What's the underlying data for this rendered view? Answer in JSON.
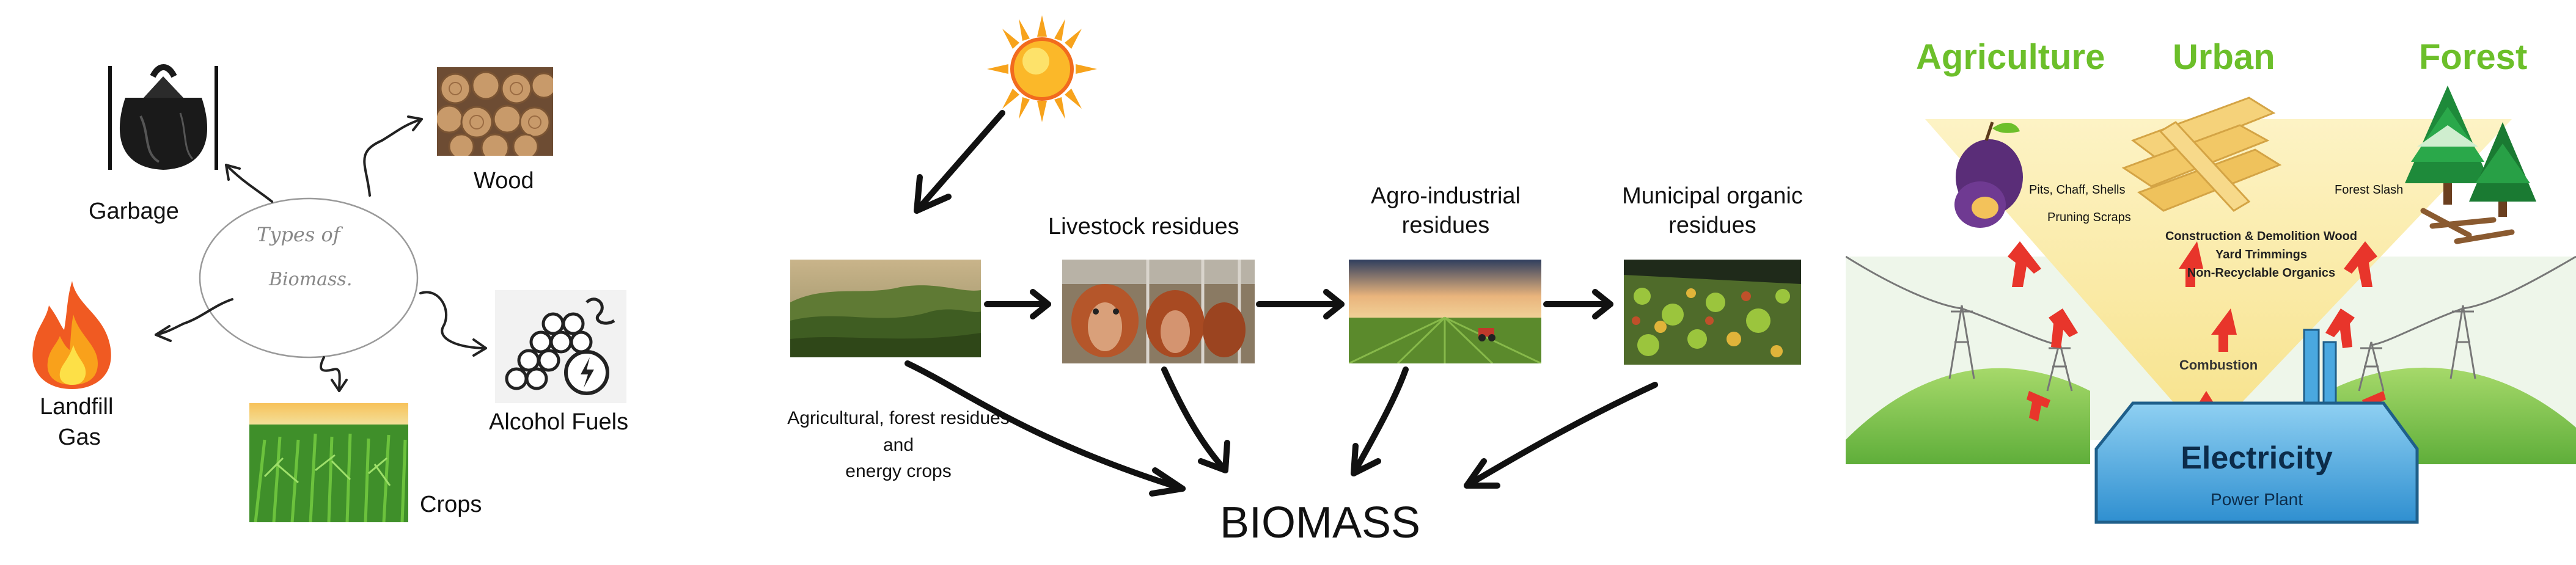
{
  "panel1": {
    "center_note_line1": "Types of",
    "center_note_line2": "Biomass.",
    "items": [
      {
        "label": "Garbage",
        "icon": "trash-bag-icon"
      },
      {
        "label": "Wood",
        "icon": "wood-logs-icon"
      },
      {
        "label": "Landfill",
        "label2": "Gas",
        "icon": "fire-icon"
      },
      {
        "label": "Alcohol Fuels",
        "icon": "grapes-energy-icon"
      },
      {
        "label": "Crops",
        "icon": "corn-field-icon"
      }
    ]
  },
  "panel2": {
    "sources": [
      {
        "label": "Livestock residues"
      },
      {
        "label": "Agro-industrial",
        "label2": "residues"
      },
      {
        "label": "Municipal organic",
        "label2": "residues"
      }
    ],
    "agri_label_line1": "Agricultural, forest residues",
    "agri_label_line2": "and",
    "agri_label_line3": "energy crops",
    "target": "BIOMASS",
    "icon": "sun-icon"
  },
  "panel3": {
    "columns": [
      "Agriculture",
      "Urban",
      "Forest"
    ],
    "agri_items": [
      "Pits, Chaff, Shells",
      "Pruning Scraps"
    ],
    "urban_items": [
      "Construction & Demolition Wood",
      "Yard Trimmings",
      "Non-Recyclable Organics"
    ],
    "forest_items": [
      "Forest Slash"
    ],
    "process": "Combustion",
    "plant_title": "Electricity",
    "plant_subtitle": "Power Plant",
    "colors": {
      "heading_green": "#6cbf2a",
      "arrow_red": "#e8352b",
      "plant_blue": "#4aa8e0"
    }
  }
}
